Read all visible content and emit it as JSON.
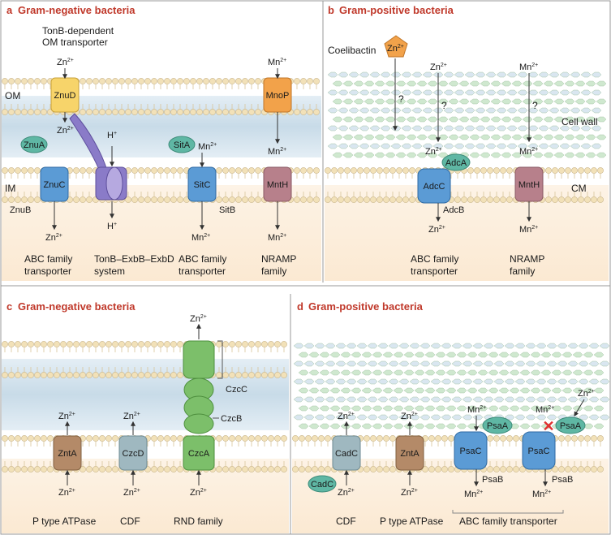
{
  "panels": {
    "a": {
      "letter": "a",
      "title": "Gram-negative bacteria"
    },
    "b": {
      "letter": "b",
      "title": "Gram-positive bacteria"
    },
    "c": {
      "letter": "c",
      "title": "Gram-negative bacteria"
    },
    "d": {
      "letter": "d",
      "title": "Gram-positive bacteria"
    }
  },
  "membranes": {
    "om": "OM",
    "im": "IM",
    "cm": "CM",
    "cell_wall": "Cell wall"
  },
  "ions": {
    "zn": "Zn",
    "mn": "Mn",
    "zn_charge": "2+",
    "mn_charge": "2+",
    "h": "H",
    "h_charge": "+"
  },
  "a": {
    "tonb_label_1": "TonB-dependent",
    "tonb_label_2": "OM transporter",
    "znud": "ZnuD",
    "znua": "ZnuA",
    "znuc": "ZnuC",
    "znub": "ZnuB",
    "sita": "SitA",
    "sitc": "SitC",
    "sitb": "SitB",
    "mnop": "MnoP",
    "mnth": "MntH",
    "captions": [
      [
        "ABC family",
        "transporter"
      ],
      [
        "TonB–ExbB–ExbD",
        "system"
      ],
      [
        "ABC family",
        "transporter"
      ],
      [
        "NRAMP",
        "family"
      ]
    ]
  },
  "b": {
    "coelibactin": "Coelibactin",
    "question": "?",
    "adca": "AdcA",
    "adcc": "AdcC",
    "adcb": "AdcB",
    "mnth": "MntH",
    "captions": [
      [
        "ABC family",
        "transporter"
      ],
      [
        "NRAMP",
        "family"
      ]
    ]
  },
  "c": {
    "znta": "ZntA",
    "czcd": "CzcD",
    "czca": "CzcA",
    "czcb": "CzcB",
    "czcc": "CzcC",
    "captions": [
      "P type ATPase",
      "CDF",
      "RND family"
    ]
  },
  "d": {
    "cadc": "CadC",
    "cadc2": "CadC",
    "znta": "ZntA",
    "psaa": "PsaA",
    "psac": "PsaC",
    "psab": "PsaB",
    "cross": "✕",
    "captions": [
      "CDF",
      "P type ATPase",
      "ABC family transporter"
    ]
  },
  "colors": {
    "title_red": "#c0392b",
    "periplasm_blue": "#cfe0ec",
    "cytoplasm_peach": "#fbeedd",
    "lipid_head": "#f2e1b8",
    "lipid_stroke": "#d8c49a",
    "cellwall_green": "#cfe8cf",
    "teal": "#5fb7a4",
    "blue": "#5b9bd5",
    "purple": "#8a7bc8",
    "yellow": "#f7d46a",
    "orange": "#f2a24a",
    "mauve": "#b7808b",
    "brown": "#b48a68",
    "grayblue": "#9fb8c0",
    "green": "#7cbf6a"
  }
}
